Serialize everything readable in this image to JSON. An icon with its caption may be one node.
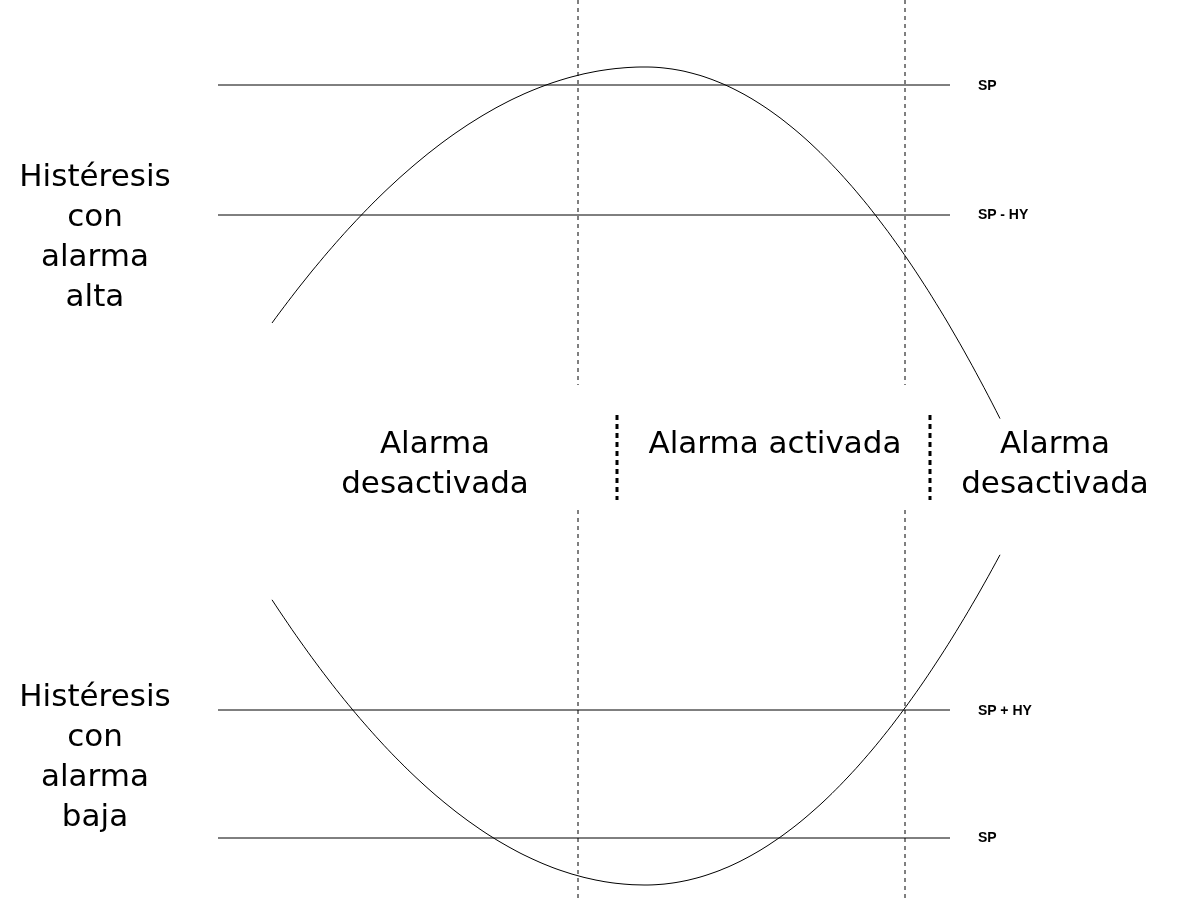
{
  "diagram": {
    "labels": [
      "Histéresis con alarma alta",
      "SP",
      "SP - HY",
      "Alarma desactivada",
      "Alarma activada",
      "Alarma desactivada",
      "Histéresis con alarma baja",
      "SP + HY",
      "SP"
    ]
  }
}
